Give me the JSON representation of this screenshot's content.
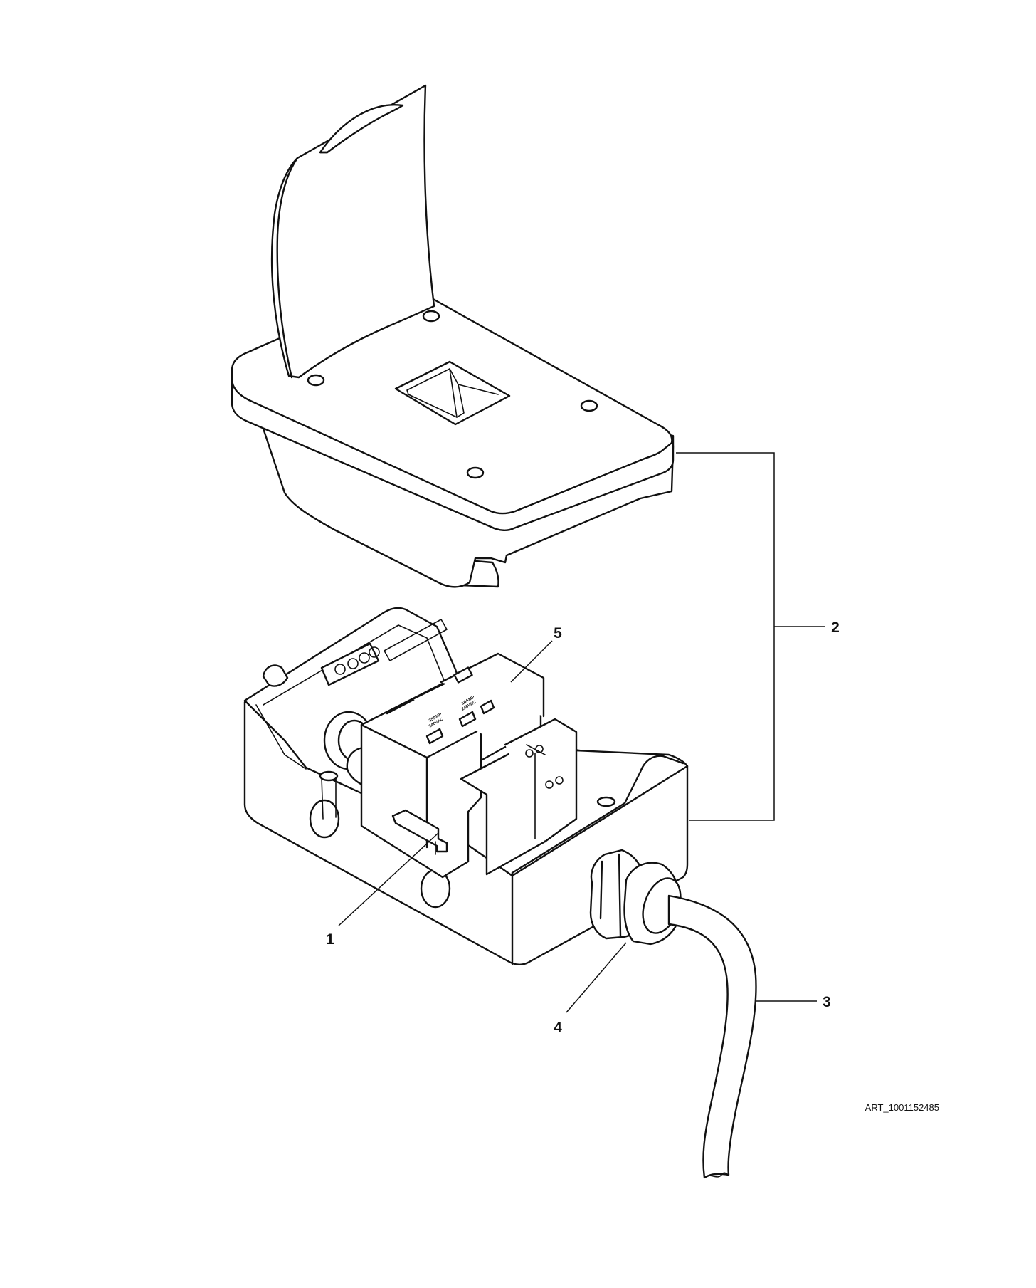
{
  "diagram": {
    "callouts": [
      {
        "id": "1",
        "label": "1"
      },
      {
        "id": "2",
        "label": "2"
      },
      {
        "id": "3",
        "label": "3"
      },
      {
        "id": "4",
        "label": "4"
      },
      {
        "id": "5",
        "label": "5"
      }
    ],
    "art_number": "ART_1001152485"
  }
}
